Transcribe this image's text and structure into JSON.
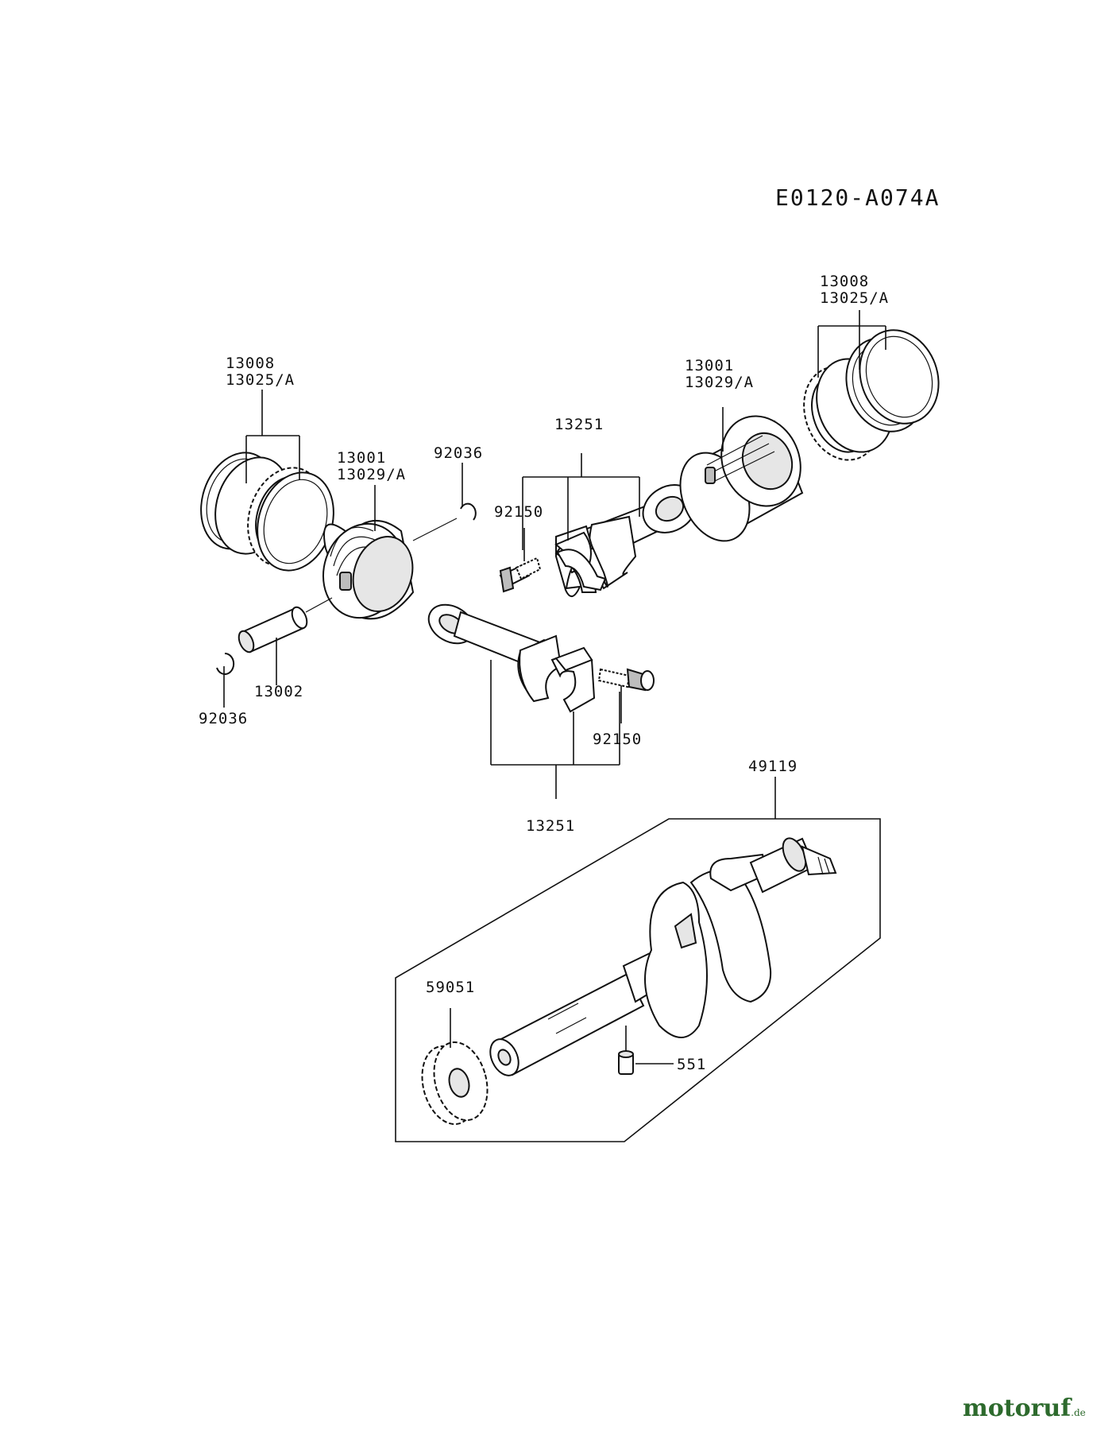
{
  "diagram_code": "E0120-A074A",
  "labels": {
    "rings_left_1": "13008",
    "rings_left_2": "13025/A",
    "piston_left_1": "13001",
    "piston_left_2": "13029/A",
    "circlip_top": "92036",
    "circlip_bottom": "92036",
    "pin": "13002",
    "rod_top": "13251",
    "bolt_top": "92150",
    "bolt_bottom": "92150",
    "rod_bottom": "13251",
    "piston_right_1": "13001",
    "piston_right_2": "13029/A",
    "rings_right_1": "13008",
    "rings_right_2": "13025/A",
    "crankshaft": "49119",
    "gear": "59051",
    "key": "551"
  },
  "watermark": {
    "text": "motoruf",
    "suffix": ".de"
  }
}
